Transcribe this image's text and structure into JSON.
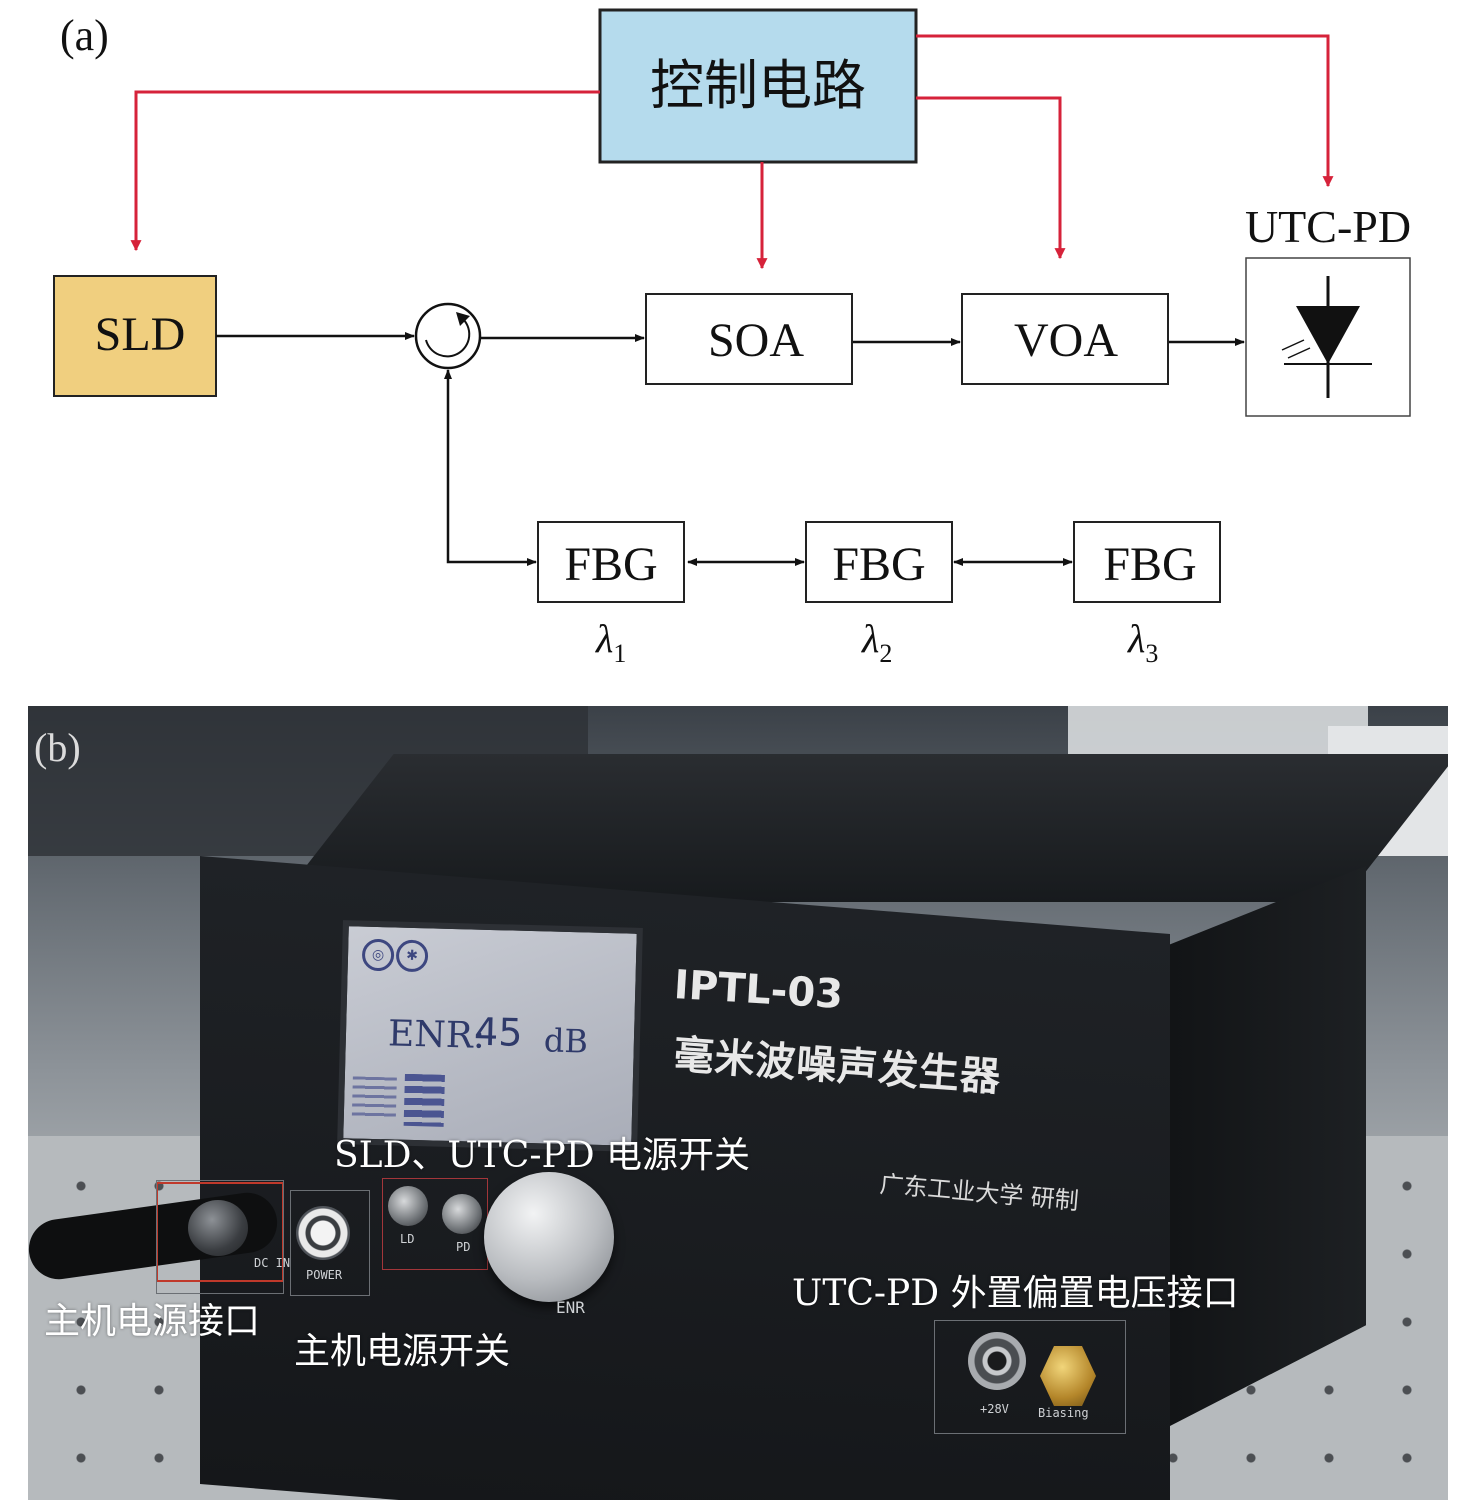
{
  "panel_a": {
    "label": "(a)",
    "control": "控制电路",
    "sld": "SLD",
    "soa": "SOA",
    "voa": "VOA",
    "utcpd": "UTC-PD",
    "fbg": [
      {
        "label": "FBG",
        "lambda": "λ",
        "sub": "1"
      },
      {
        "label": "FBG",
        "lambda": "λ",
        "sub": "2"
      },
      {
        "label": "FBG",
        "lambda": "λ",
        "sub": "3"
      }
    ]
  },
  "panel_b": {
    "label": "(b)",
    "device_model": "IPTL-03",
    "device_name": "毫米波噪声发生器",
    "maker": "广东工业大学 研制",
    "lcd": {
      "enr_label": "ENR:",
      "enr_value": "45",
      "unit": "dB"
    },
    "front": {
      "power": "POWER",
      "ld": "LD",
      "pd": "PD",
      "enr": "ENR",
      "dc_in": "DC IN",
      "biasing": "Biasing",
      "bias_v": "+28V"
    },
    "annotations": {
      "switch_sld_pd": "SLD、UTC-PD 电源开关",
      "host_power_port": "主机电源接口",
      "host_power_switch": "主机电源开关",
      "bias_port": "UTC-PD 外置偏置电压接口"
    }
  },
  "colors": {
    "control_fill": "#b5dbed",
    "sld_fill": "#f0cf7f",
    "signal_line": "#d6223a",
    "optical_line": "#111111"
  }
}
